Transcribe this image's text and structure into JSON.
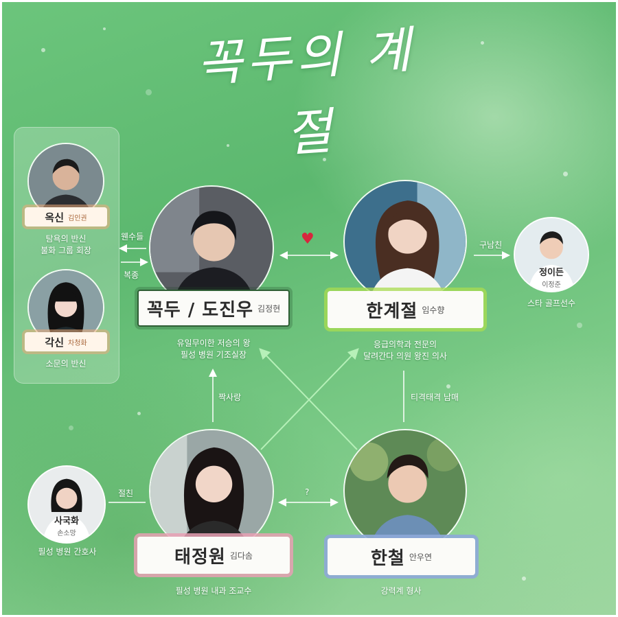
{
  "title": "꼭두의 계절",
  "characters": {
    "kkokdu": {
      "name": "꼭두 / 도진우",
      "actor": "김정현",
      "desc1": "유일무이한 저승의 왕",
      "desc2": "필성 병원 기조실장",
      "photo": "man-black-hair-portrait-photo"
    },
    "hangyejeol": {
      "name": "한계절",
      "actor": "임수향",
      "desc1": "응급의학과 전문의",
      "desc2": "달려간다 의원 왕진 의사",
      "photo": "woman-long-brown-hair-portrait-photo"
    },
    "taejeongwon": {
      "name": "태정원",
      "actor": "김다솜",
      "desc1": "필성 병원 내과 조교수",
      "photo": "woman-dark-hair-portrait-photo"
    },
    "hancheol": {
      "name": "한철",
      "actor": "안우연",
      "desc1": "강력계 형사",
      "photo": "man-denim-shirt-portrait-photo"
    },
    "oksin": {
      "name": "옥신",
      "actor": "김인권",
      "desc1": "탐욕의 반신",
      "desc2": "불화 그룹 회장",
      "photo": "older-man-portrait-photo"
    },
    "gaksin": {
      "name": "각신",
      "actor": "차청화",
      "desc1": "소문의 반신",
      "photo": "woman-bangs-portrait-photo"
    },
    "jeongiteun": {
      "name": "정이든",
      "actor": "이정준",
      "desc1": "스타 골프선수",
      "photo": "smiling-man-portrait-photo"
    },
    "saguk": {
      "name": "사국화",
      "actor": "손소망",
      "desc1": "필성 병원 간호사",
      "photo": "nurse-portrait-photo"
    }
  },
  "relations": {
    "wonsu": "웬수들",
    "bokjong": "복종",
    "heart": "♥",
    "gunamchin": "구남친",
    "jjaksarang": "짝사랑",
    "tigyeok": "티격태격 남매",
    "question": "?",
    "jeolchin": "절친"
  },
  "colors": {
    "accent_green": "#8bc34a",
    "accent_pink": "#e8a0b4",
    "accent_blue": "#8ea8d8",
    "accent_orange": "#eba878",
    "heart": "#d7263d"
  }
}
